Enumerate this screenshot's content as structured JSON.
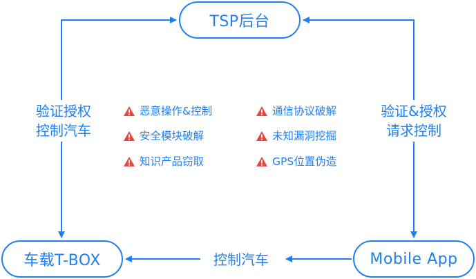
{
  "nodes": {
    "tsp": "TSP后台",
    "tbox": "车载T-BOX",
    "app": "Mobile App"
  },
  "edges": {
    "left_line1": "验证授权",
    "left_line2": "控制汽车",
    "right_line1": "验证&授权",
    "right_line2": "请求控制",
    "bottom": "控制汽车"
  },
  "threats": {
    "col1": [
      "恶意操作&控制",
      "安全模块破解",
      "知识产品窃取"
    ],
    "col2": [
      "通信协议破解",
      "未知漏洞挖掘",
      "GPS位置伪造"
    ]
  },
  "colors": {
    "accent": "#1f7ff0",
    "warning": "#e8453c"
  },
  "icons": {
    "warning": "warning-triangle-icon",
    "arrow": "arrowhead-icon"
  }
}
